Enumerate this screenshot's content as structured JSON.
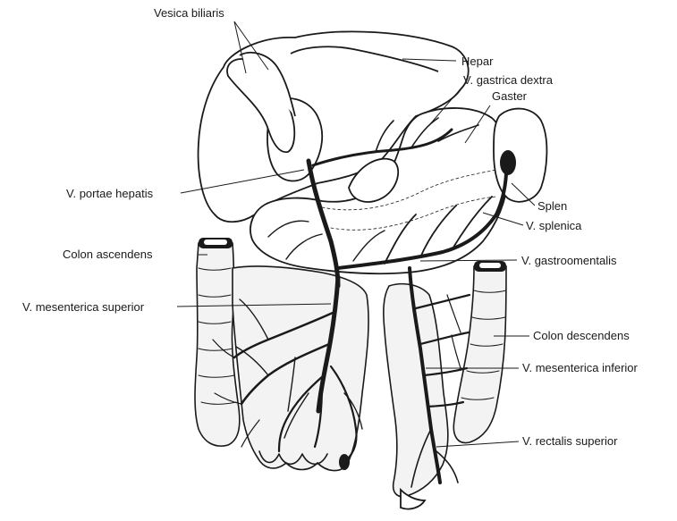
{
  "labels": {
    "vesica_biliaris": "Vesica biliaris",
    "hepar": "Hepar",
    "v_gastrica_dextra": "V. gastrica dextra",
    "gaster": "Gaster",
    "v_portae_hepatis": "V. portae hepatis",
    "splen": "Splen",
    "v_splenica": "V. splenica",
    "colon_ascendens": "Colon ascendens",
    "v_gastroomentalis": "V. gastroomentalis",
    "v_mesenterica_superior": "V. mesenterica superior",
    "colon_descendens": "Colon descendens",
    "v_mesenterica_inferior": "V. mesenterica inferior",
    "v_rectalis_superior": "V. rectalis superior"
  },
  "colors": {
    "ink": "#1a1a1a",
    "paper": "#ffffff",
    "shade": "#d9d9d9"
  }
}
